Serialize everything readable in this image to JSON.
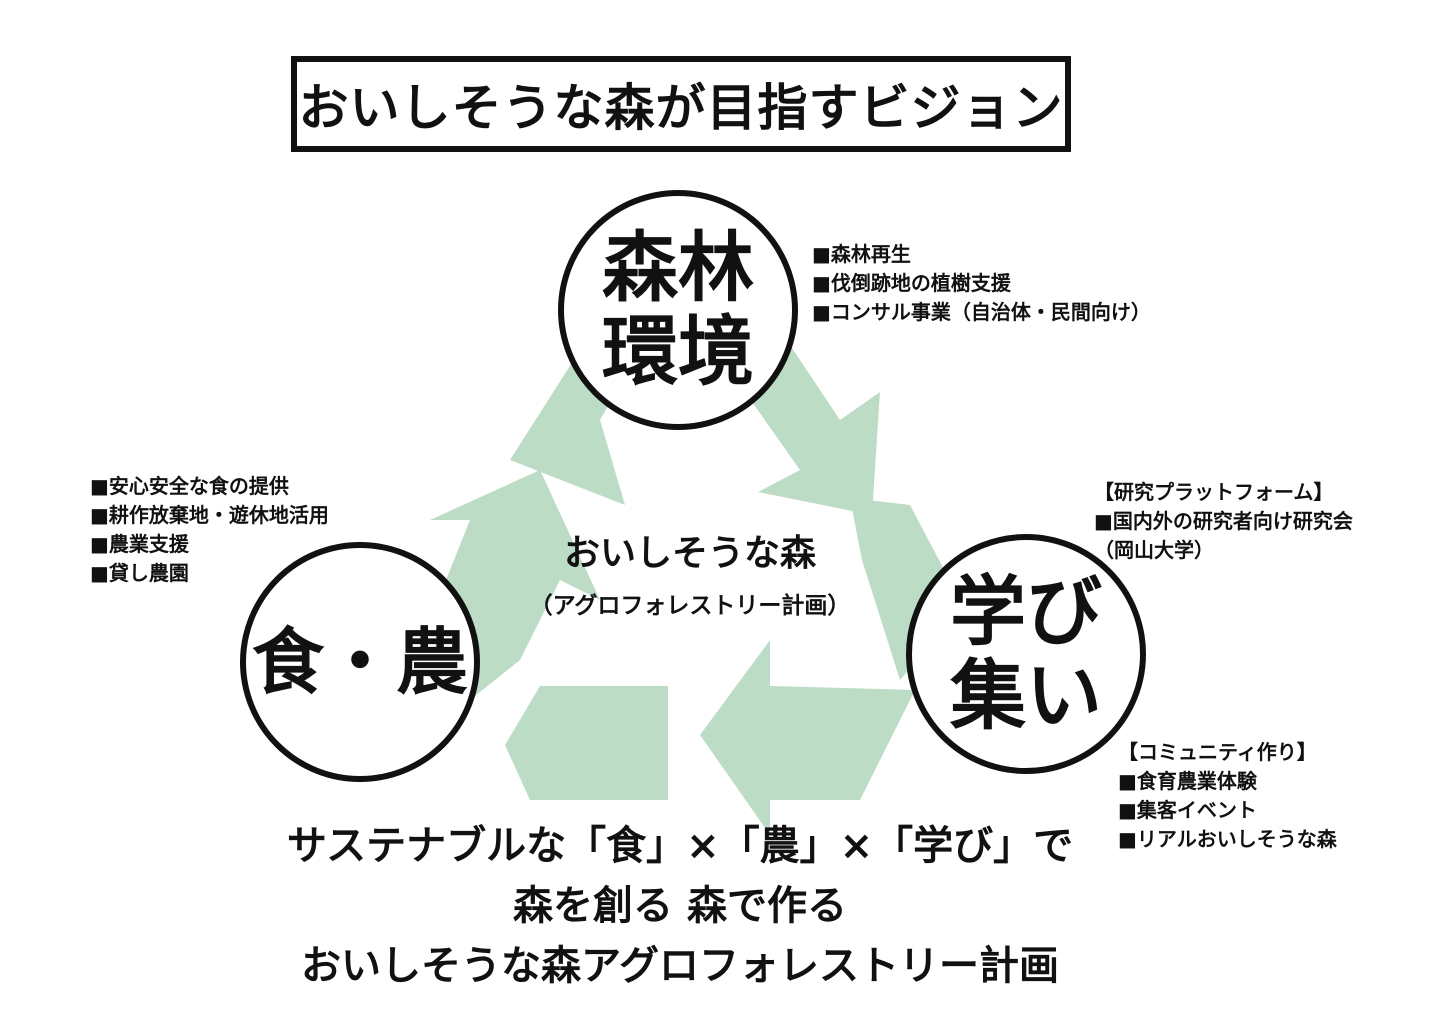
{
  "title": "おいしそうな森が目指すビジョン",
  "colors": {
    "cycle_arrows": "#bcdcc6",
    "outline": "#111111",
    "background": "#ffffff"
  },
  "nodes": {
    "forest": {
      "lines": [
        "森林",
        "環境"
      ]
    },
    "food": {
      "label": "食・農"
    },
    "learn": {
      "lines": [
        "学び",
        "集い"
      ]
    }
  },
  "center": {
    "name": "おいしそうな森",
    "subtitle": "（アグロフォレストリー計画）"
  },
  "lists": {
    "forest": [
      "■森林再生",
      "■伐倒跡地の植樹支援",
      "■コンサル事業（自治体・民間向け）"
    ],
    "food": [
      "■安心安全な食の提供",
      "■耕作放棄地・遊休地活用",
      "■農業支援",
      "■貸し農園"
    ],
    "research": [
      "【研究プラットフォーム】",
      "■国内外の研究者向け研究会",
      "（岡山大学）"
    ],
    "community": [
      "【コミュニティ作り】",
      "■食育農業体験",
      "■集客イベント",
      "■リアルおいしそうな森"
    ]
  },
  "tagline": [
    "サステナブルな「食」×「農」×「学び」で",
    "森を創る 森で作る",
    "おいしそうな森アグロフォレストリー計画"
  ]
}
